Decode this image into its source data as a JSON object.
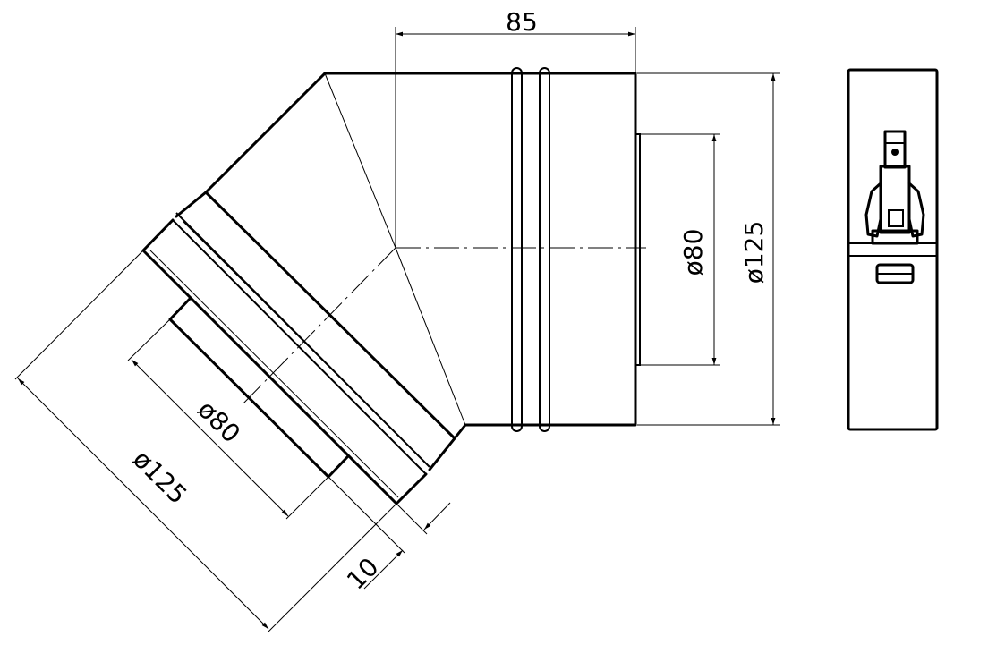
{
  "drawing": {
    "title": "45° elbow technical drawing",
    "dimensions": {
      "length_top": "85",
      "outer_diameter_right": "ø125",
      "inner_diameter_right": "ø80",
      "outer_diameter_angled": "ø125",
      "inner_diameter_angled": "ø80",
      "spigot_length": "10"
    },
    "colors": {
      "line": "#000000",
      "background": "#ffffff"
    }
  }
}
